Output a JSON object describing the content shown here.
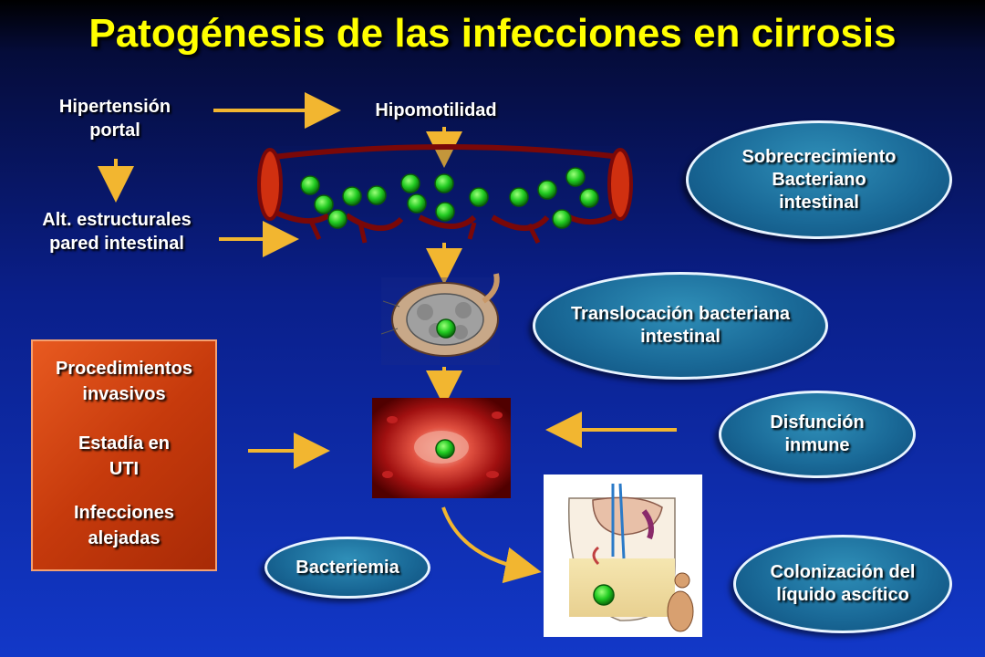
{
  "title": "Patogénesis de las infecciones en cirrosis",
  "labels": {
    "hipertension_1": "Hipertensión",
    "hipertension_2": "portal",
    "hipomotilidad": "Hipomotilidad",
    "alt_1": "Alt. estructurales",
    "alt_2": "pared intestinal"
  },
  "ellipses": {
    "sobre_1": "Sobrecrecimiento",
    "sobre_2": "Bacteriano",
    "sobre_3": "intestinal",
    "trans_1": "Translocación bacteriana",
    "trans_2": "intestinal",
    "disf_1": "Disfunción",
    "disf_2": "inmune",
    "bacteriemia": "Bacteriemia",
    "colon_1": "Colonización del",
    "colon_2": "líquido ascítico"
  },
  "risk_factors": {
    "proc_1": "Procedimientos",
    "proc_2": "invasivos",
    "uti_1": "Estadía en",
    "uti_2": "UTI",
    "inf_1": "Infecciones",
    "inf_2": "alejadas"
  },
  "colors": {
    "title": "#ffff00",
    "arrow": "#f2b630",
    "bacteria": "#22dd22",
    "intestine": "#8a0a0a"
  }
}
